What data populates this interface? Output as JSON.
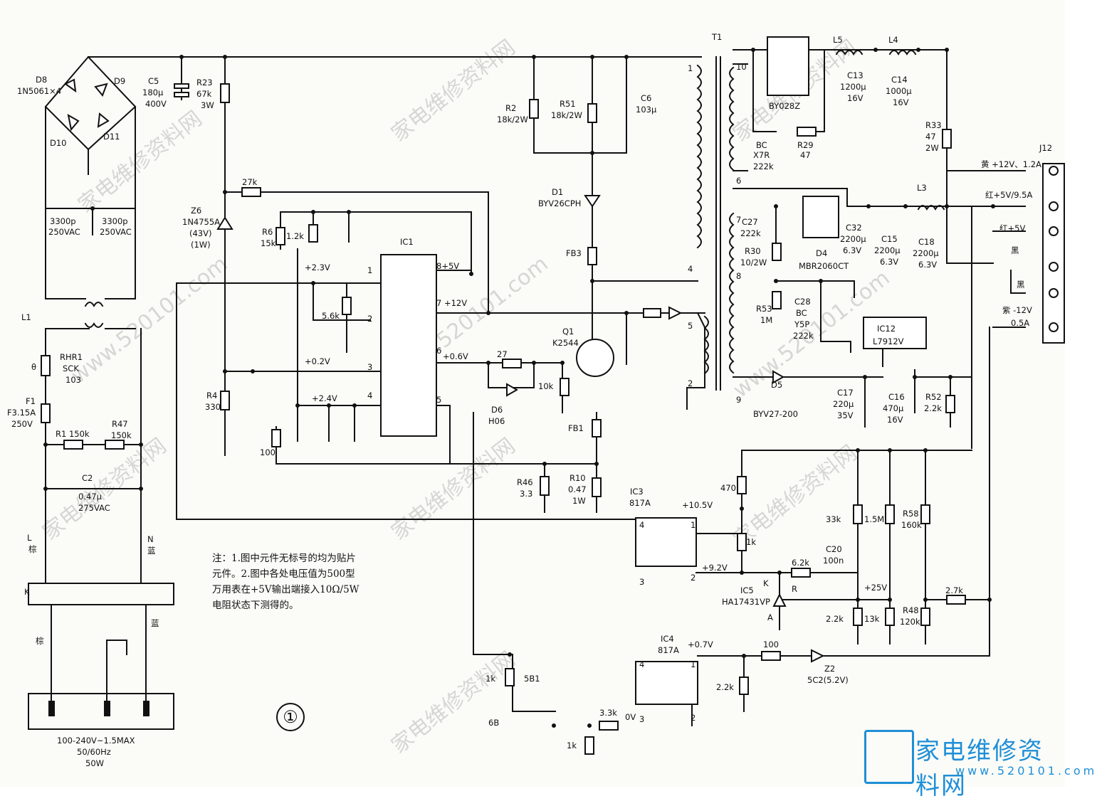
{
  "watermark": {
    "cn": "家电维修资料网",
    "url": "www.520101.com"
  },
  "logo": {
    "cn": "家电维修资料网",
    "url": "www.520101.com"
  },
  "note": "注：1.图中元件无标号的均为贴片元件。2.图中各处电压值为500型万用表在+5V输出端接入10Ω/5W电阻状态下测得的。",
  "page_number": "①",
  "labels": [
    {
      "id": "d8",
      "text": "D8"
    },
    {
      "id": "d8v",
      "text": "1N5061×4"
    },
    {
      "id": "d9",
      "text": "D9"
    },
    {
      "id": "d10",
      "text": "D10"
    },
    {
      "id": "d11",
      "text": "D11"
    },
    {
      "id": "c5",
      "text": "C5"
    },
    {
      "id": "c5v",
      "text": "180μ"
    },
    {
      "id": "c5v2",
      "text": "400V"
    },
    {
      "id": "r23",
      "text": "R23"
    },
    {
      "id": "r23v",
      "text": "67k"
    },
    {
      "id": "r23w",
      "text": "3W"
    },
    {
      "id": "cy1",
      "text": "3300p"
    },
    {
      "id": "cy1v",
      "text": "250VAC"
    },
    {
      "id": "cy2",
      "text": "3300p"
    },
    {
      "id": "cy2v",
      "text": "250VAC"
    },
    {
      "id": "l1",
      "text": "L1"
    },
    {
      "id": "rhr1",
      "text": "RHR1"
    },
    {
      "id": "rhr1v",
      "text": "SCK"
    },
    {
      "id": "rhr1v2",
      "text": "103"
    },
    {
      "id": "theta",
      "text": "θ"
    },
    {
      "id": "f1",
      "text": "F1"
    },
    {
      "id": "f1v",
      "text": "F3.15A"
    },
    {
      "id": "f1v2",
      "text": "250V"
    },
    {
      "id": "r1",
      "text": "R1 150k"
    },
    {
      "id": "r47",
      "text": "R47"
    },
    {
      "id": "r47v",
      "text": "150k"
    },
    {
      "id": "c2",
      "text": "C2"
    },
    {
      "id": "c2v",
      "text": "0.47μ"
    },
    {
      "id": "c2v2",
      "text": "275VAC"
    },
    {
      "id": "l",
      "text": "L"
    },
    {
      "id": "lz",
      "text": "棕"
    },
    {
      "id": "n",
      "text": "N"
    },
    {
      "id": "nz",
      "text": "蓝"
    },
    {
      "id": "k",
      "text": "K"
    },
    {
      "id": "zong",
      "text": "棕"
    },
    {
      "id": "lan",
      "text": "蓝"
    },
    {
      "id": "in1",
      "text": "100-240V~1.5MAX"
    },
    {
      "id": "in2",
      "text": "50/60Hz"
    },
    {
      "id": "in3",
      "text": "50W"
    },
    {
      "id": "z6",
      "text": "Z6"
    },
    {
      "id": "z6v",
      "text": "1N4755A"
    },
    {
      "id": "z6v2",
      "text": "(43V)"
    },
    {
      "id": "z6v3",
      "text": "(1W)"
    },
    {
      "id": "r27k",
      "text": "27k"
    },
    {
      "id": "r6",
      "text": "R6"
    },
    {
      "id": "r6v",
      "text": "15k"
    },
    {
      "id": "r12k",
      "text": "1.2k"
    },
    {
      "id": "ic1",
      "text": "IC1"
    },
    {
      "id": "v23",
      "text": "+2.3V"
    },
    {
      "id": "p1",
      "text": "1"
    },
    {
      "id": "r56k",
      "text": "5.6k"
    },
    {
      "id": "p2",
      "text": "2"
    },
    {
      "id": "v02",
      "text": "+0.2V"
    },
    {
      "id": "p3",
      "text": "3"
    },
    {
      "id": "v24",
      "text": "+2.4V"
    },
    {
      "id": "p4",
      "text": "4"
    },
    {
      "id": "p8",
      "text": "8+5V"
    },
    {
      "id": "p7",
      "text": "7 +12V"
    },
    {
      "id": "p6",
      "text": "6"
    },
    {
      "id": "v06",
      "text": "+0.6V"
    },
    {
      "id": "p5",
      "text": "5"
    },
    {
      "id": "r4",
      "text": "R4"
    },
    {
      "id": "r4v",
      "text": "330"
    },
    {
      "id": "r100",
      "text": "100"
    },
    {
      "id": "r2",
      "text": "R2"
    },
    {
      "id": "r2v",
      "text": "18k/2W"
    },
    {
      "id": "r51",
      "text": "R51"
    },
    {
      "id": "r51v",
      "text": "18k/2W"
    },
    {
      "id": "c6",
      "text": "C6"
    },
    {
      "id": "c6v",
      "text": "103μ"
    },
    {
      "id": "d1",
      "text": "D1"
    },
    {
      "id": "d1v",
      "text": "BYV26CPH"
    },
    {
      "id": "fb3",
      "text": "FB3"
    },
    {
      "id": "q1",
      "text": "Q1"
    },
    {
      "id": "q1v",
      "text": "K2544"
    },
    {
      "id": "r27",
      "text": "27"
    },
    {
      "id": "r10k",
      "text": "10k"
    },
    {
      "id": "d6",
      "text": "D6"
    },
    {
      "id": "d6v",
      "text": "H06"
    },
    {
      "id": "fb1",
      "text": "FB1"
    },
    {
      "id": "r46",
      "text": "R46"
    },
    {
      "id": "r46v",
      "text": "3.3"
    },
    {
      "id": "r10",
      "text": "R10"
    },
    {
      "id": "r10v",
      "text": "0.47"
    },
    {
      "id": "r10w",
      "text": "1W"
    },
    {
      "id": "t1",
      "text": "T1"
    },
    {
      "id": "w1",
      "text": "1"
    },
    {
      "id": "w4",
      "text": "4"
    },
    {
      "id": "w5",
      "text": "5"
    },
    {
      "id": "w2",
      "text": "2"
    },
    {
      "id": "w10",
      "text": "10"
    },
    {
      "id": "w6",
      "text": "6"
    },
    {
      "id": "w7",
      "text": "7"
    },
    {
      "id": "w8",
      "text": "8"
    },
    {
      "id": "w9",
      "text": "9"
    },
    {
      "id": "by028",
      "text": "BY028Z"
    },
    {
      "id": "l5",
      "text": "L5"
    },
    {
      "id": "l4",
      "text": "L4"
    },
    {
      "id": "c13",
      "text": "C13"
    },
    {
      "id": "c13v",
      "text": "1200μ"
    },
    {
      "id": "c13w",
      "text": "16V"
    },
    {
      "id": "c14",
      "text": "C14"
    },
    {
      "id": "c14v",
      "text": "1000μ"
    },
    {
      "id": "c14w",
      "text": "16V"
    },
    {
      "id": "bc",
      "text": "BC"
    },
    {
      "id": "x7r",
      "text": "X7R"
    },
    {
      "id": "bcv",
      "text": "222k"
    },
    {
      "id": "r29",
      "text": "R29"
    },
    {
      "id": "r29v",
      "text": "47"
    },
    {
      "id": "r33",
      "text": "R33"
    },
    {
      "id": "r33v",
      "text": "47"
    },
    {
      "id": "r33w",
      "text": "2W"
    },
    {
      "id": "j12",
      "text": "J12"
    },
    {
      "id": "o1",
      "text": "黄 +12V、1.2A"
    },
    {
      "id": "o2",
      "text": "红+5V/9.5A"
    },
    {
      "id": "o3",
      "text": "红+5V"
    },
    {
      "id": "o4",
      "text": "黑"
    },
    {
      "id": "o5",
      "text": "黑"
    },
    {
      "id": "o6",
      "text": "紫 -12V"
    },
    {
      "id": "o6b",
      "text": "0.5A"
    },
    {
      "id": "l3",
      "text": "L3"
    },
    {
      "id": "c27",
      "text": "C27"
    },
    {
      "id": "c27v",
      "text": "222k"
    },
    {
      "id": "c32",
      "text": "C32"
    },
    {
      "id": "c32v",
      "text": "2200μ"
    },
    {
      "id": "c32w",
      "text": "6.3V"
    },
    {
      "id": "c15",
      "text": "C15"
    },
    {
      "id": "c15v",
      "text": "2200μ"
    },
    {
      "id": "c15w",
      "text": "6.3V"
    },
    {
      "id": "c18",
      "text": "C18"
    },
    {
      "id": "c18v",
      "text": "2200μ"
    },
    {
      "id": "c18w",
      "text": "6.3V"
    },
    {
      "id": "r30",
      "text": "R30"
    },
    {
      "id": "r30v",
      "text": "10/2W"
    },
    {
      "id": "d4",
      "text": "D4"
    },
    {
      "id": "d4v",
      "text": "MBR2060CT"
    },
    {
      "id": "r53",
      "text": "R53"
    },
    {
      "id": "r53v",
      "text": "1M"
    },
    {
      "id": "c28",
      "text": "C28"
    },
    {
      "id": "c28v",
      "text": "BC"
    },
    {
      "id": "c28w",
      "text": "Y5P"
    },
    {
      "id": "c28x",
      "text": "222k"
    },
    {
      "id": "ic12",
      "text": "IC12"
    },
    {
      "id": "ic12v",
      "text": "L7912V"
    },
    {
      "id": "d5",
      "text": "D5"
    },
    {
      "id": "d5v",
      "text": "BYV27-200"
    },
    {
      "id": "c17",
      "text": "C17"
    },
    {
      "id": "c17v",
      "text": "220μ"
    },
    {
      "id": "c17w",
      "text": "35V"
    },
    {
      "id": "c16",
      "text": "C16"
    },
    {
      "id": "c16v",
      "text": "470μ"
    },
    {
      "id": "c16w",
      "text": "16V"
    },
    {
      "id": "r52",
      "text": "R52"
    },
    {
      "id": "r52v",
      "text": "2.2k"
    },
    {
      "id": "r470",
      "text": "470"
    },
    {
      "id": "ic3",
      "text": "IC3"
    },
    {
      "id": "ic3v",
      "text": "817A"
    },
    {
      "id": "v105",
      "text": "+10.5V"
    },
    {
      "id": "v92",
      "text": "+9.2V"
    },
    {
      "id": "i34",
      "text": "4"
    },
    {
      "id": "i31",
      "text": "1"
    },
    {
      "id": "i33",
      "text": "3"
    },
    {
      "id": "i32",
      "text": "2"
    },
    {
      "id": "r1k",
      "text": "1k"
    },
    {
      "id": "r62",
      "text": "6.2k"
    },
    {
      "id": "c20",
      "text": "C20"
    },
    {
      "id": "c20v",
      "text": "100n"
    },
    {
      "id": "kk",
      "text": "K"
    },
    {
      "id": "rr",
      "text": "R"
    },
    {
      "id": "aa",
      "text": "A"
    },
    {
      "id": "ic5",
      "text": "IC5"
    },
    {
      "id": "ic5v",
      "text": "HA17431VP"
    },
    {
      "id": "r33k",
      "text": "33k"
    },
    {
      "id": "r15m",
      "text": "1.5M"
    },
    {
      "id": "r58",
      "text": "R58"
    },
    {
      "id": "r58v",
      "text": "160k"
    },
    {
      "id": "v25",
      "text": "+25V"
    },
    {
      "id": "r27k2",
      "text": "2.7k"
    },
    {
      "id": "r22k",
      "text": "2.2k"
    },
    {
      "id": "r13k",
      "text": "13k"
    },
    {
      "id": "r48",
      "text": "R48"
    },
    {
      "id": "r48v",
      "text": "120k"
    },
    {
      "id": "ic4",
      "text": "IC4"
    },
    {
      "id": "ic4v",
      "text": "817A"
    },
    {
      "id": "v07",
      "text": "+0.7V"
    },
    {
      "id": "r100b",
      "text": "100"
    },
    {
      "id": "z2",
      "text": "Z2"
    },
    {
      "id": "z2v",
      "text": "5C2(5.2V)"
    },
    {
      "id": "i44",
      "text": "4"
    },
    {
      "id": "i41",
      "text": "1"
    },
    {
      "id": "i43",
      "text": "3"
    },
    {
      "id": "i42",
      "text": "2"
    },
    {
      "id": "r22kb",
      "text": "2.2k"
    },
    {
      "id": "r1kc",
      "text": "1k"
    },
    {
      "id": "q5b1",
      "text": "5B1"
    },
    {
      "id": "q6b",
      "text": "6B"
    },
    {
      "id": "r33kc",
      "text": "3.3k"
    },
    {
      "id": "v0",
      "text": "0V"
    },
    {
      "id": "r1kd",
      "text": "1k"
    }
  ]
}
